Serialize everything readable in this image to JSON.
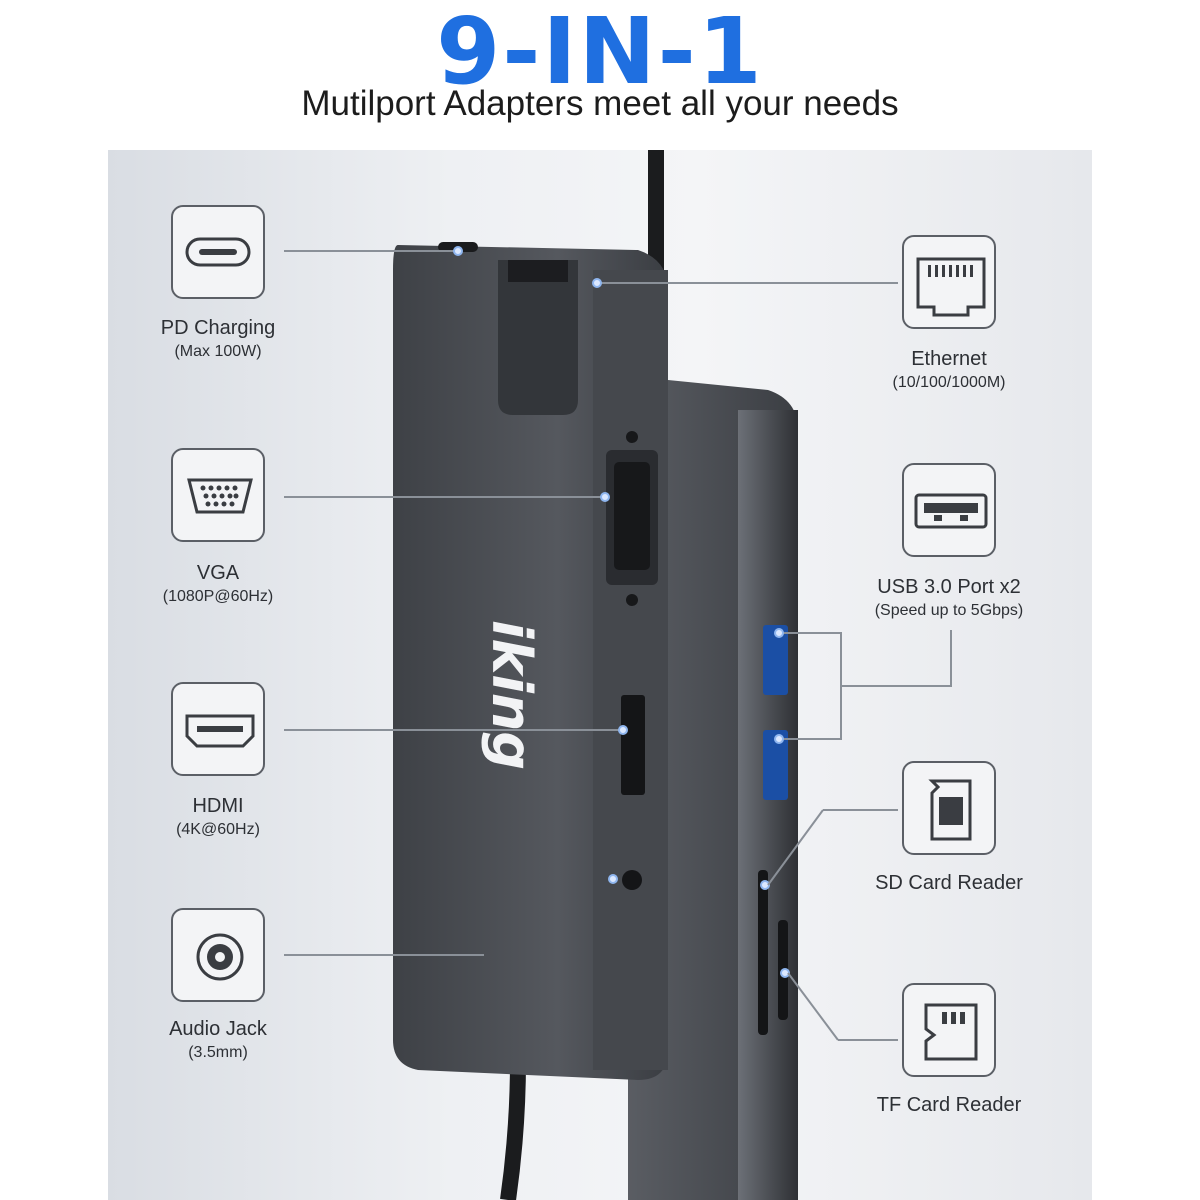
{
  "header": {
    "title": "9-IN-1",
    "subtitle": "Mutilport Adapters meet all your needs"
  },
  "brand": {
    "logo_text": "iking"
  },
  "colors": {
    "title": "#1f6fe0",
    "panel": "#eceef1",
    "device": "#4a4d52"
  },
  "features_left": [
    {
      "icon": "usb-c-icon",
      "title": "PD Charging",
      "sub": "(Max 100W)"
    },
    {
      "icon": "vga-icon",
      "title": "VGA",
      "sub": "(1080P@60Hz)"
    },
    {
      "icon": "hdmi-icon",
      "title": "HDMI",
      "sub": "(4K@60Hz)"
    },
    {
      "icon": "audio-jack-icon",
      "title": "Audio Jack",
      "sub": "(3.5mm)"
    }
  ],
  "features_right": [
    {
      "icon": "ethernet-icon",
      "title": "Ethernet",
      "sub": "(10/100/1000M)"
    },
    {
      "icon": "usb-a-icon",
      "title": "USB 3.0 Port x2",
      "sub": "(Speed up to 5Gbps)"
    },
    {
      "icon": "sd-card-icon",
      "title": "SD Card Reader",
      "sub": ""
    },
    {
      "icon": "tf-card-icon",
      "title": "TF Card Reader",
      "sub": ""
    }
  ]
}
